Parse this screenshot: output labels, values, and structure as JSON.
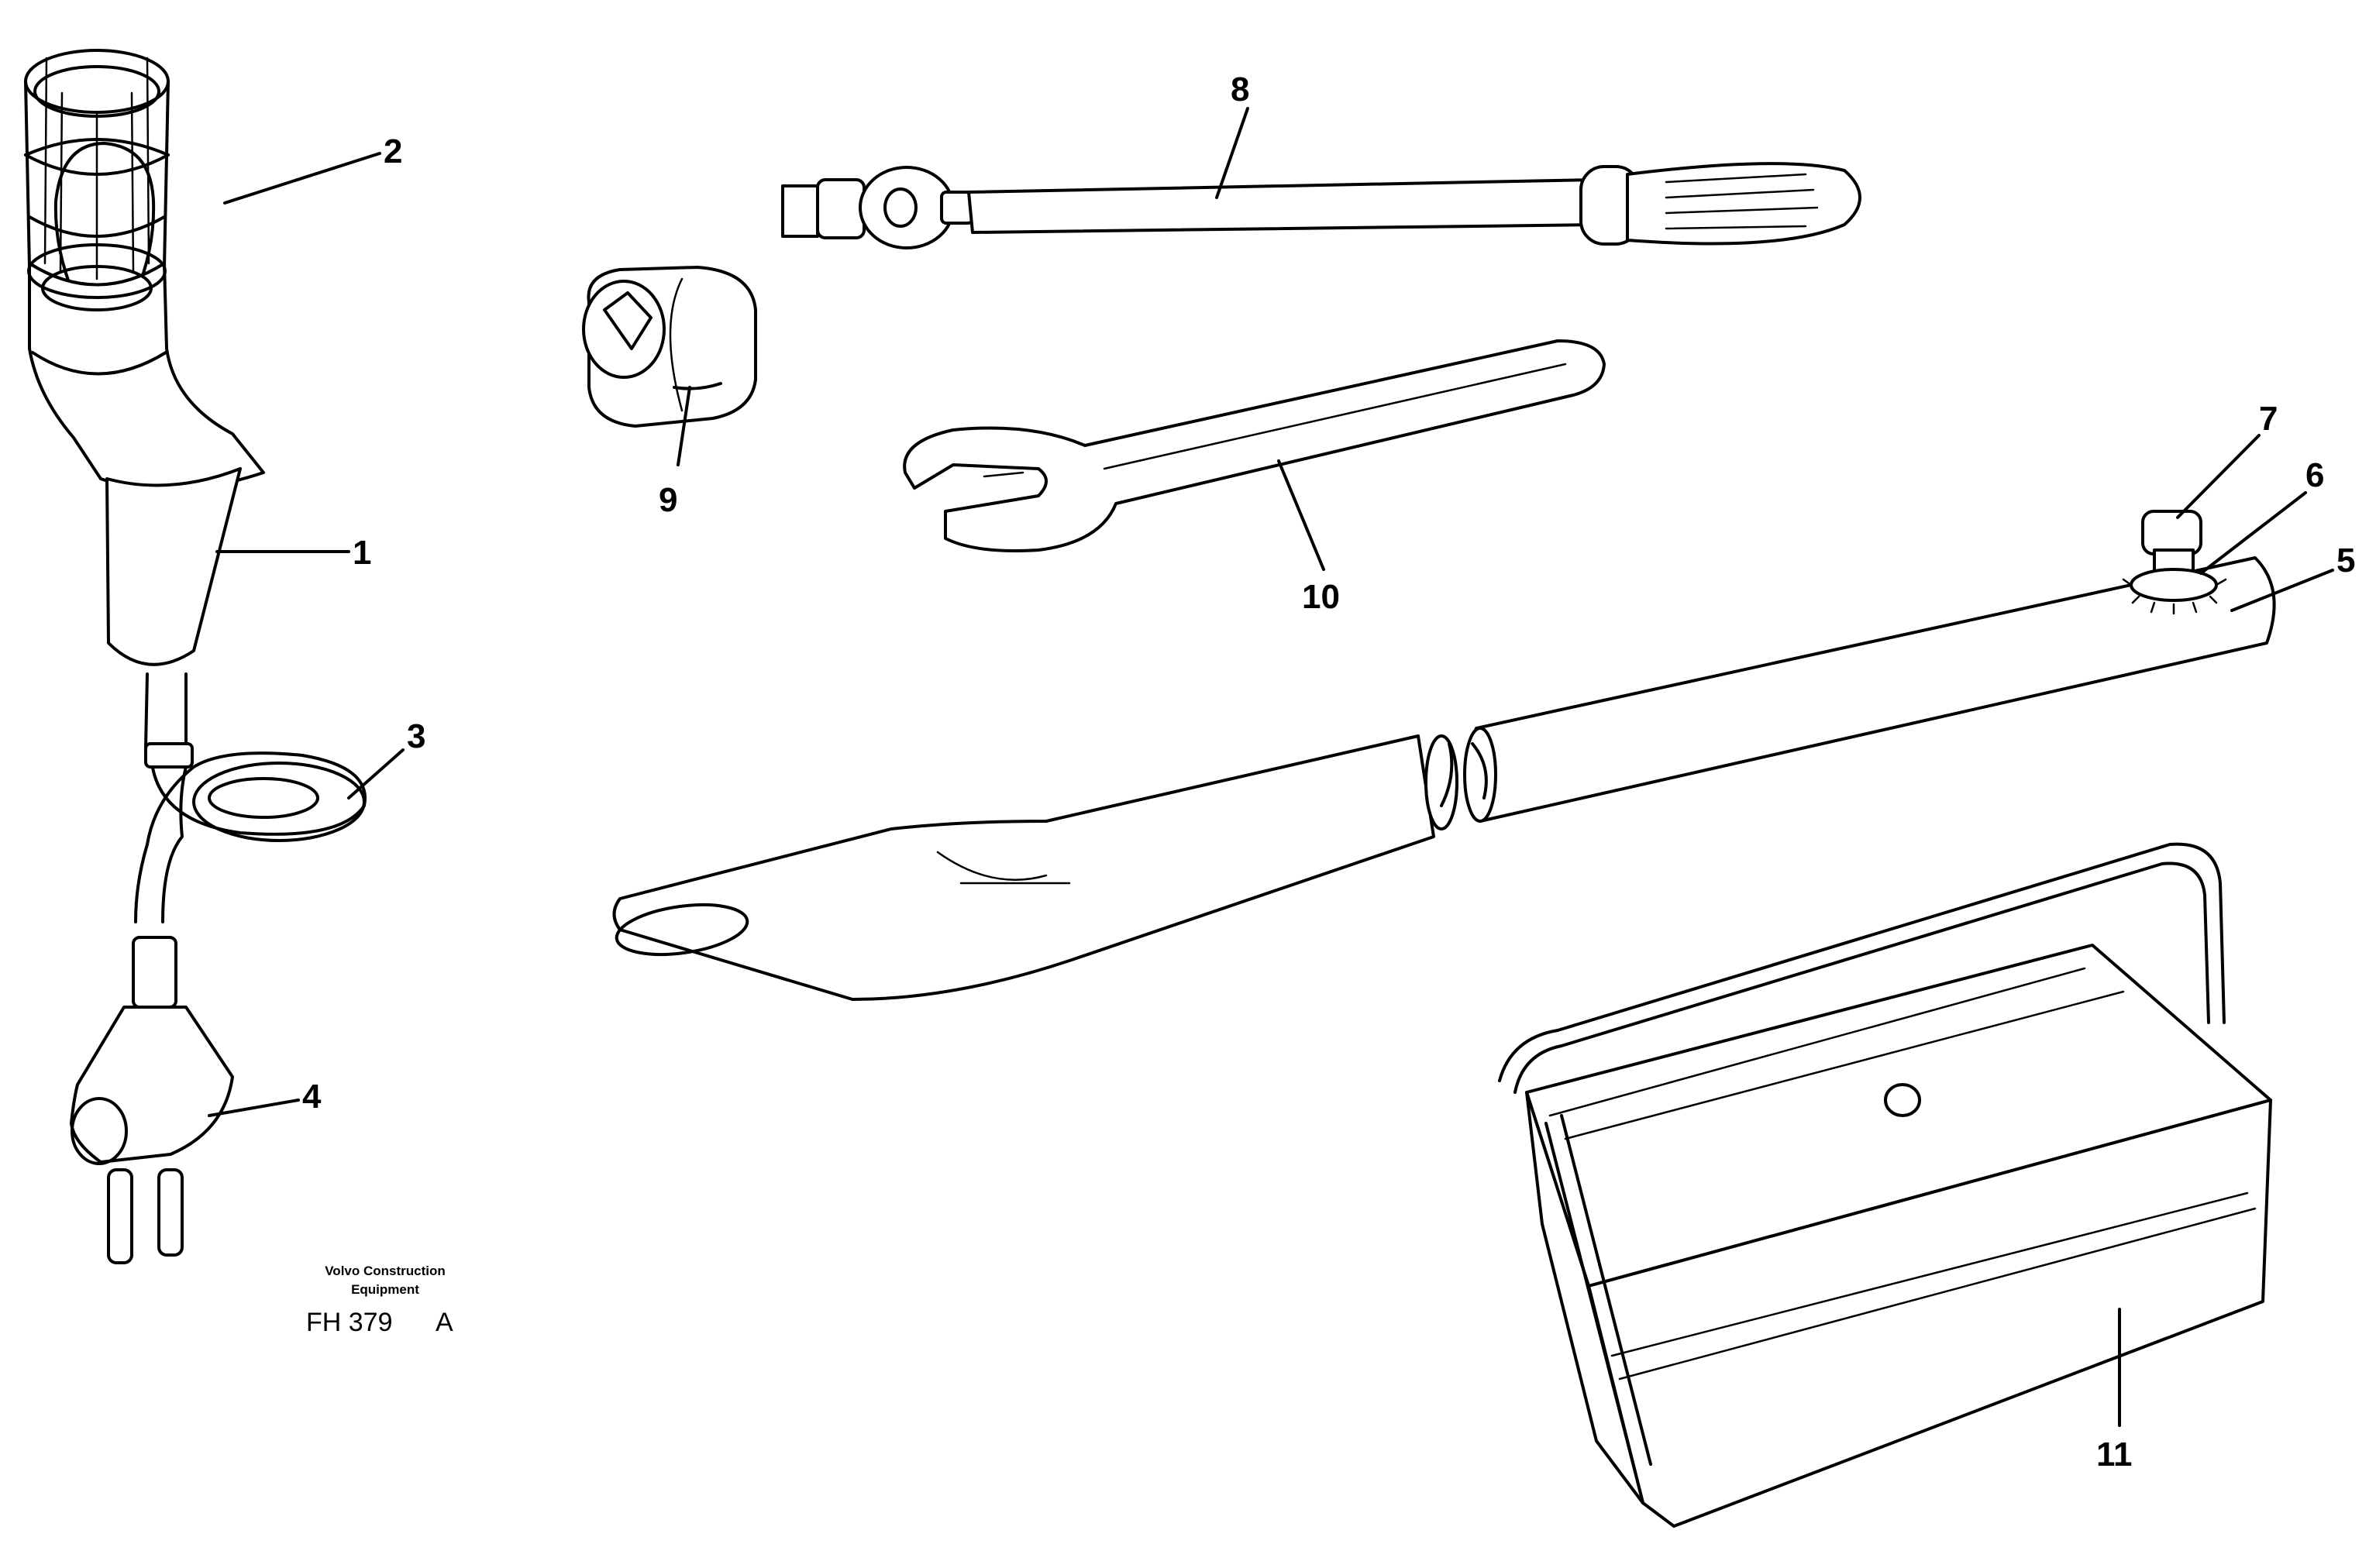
{
  "callouts": [
    {
      "id": "1",
      "text": "1"
    },
    {
      "id": "2",
      "text": "2"
    },
    {
      "id": "3",
      "text": "3"
    },
    {
      "id": "4",
      "text": "4"
    },
    {
      "id": "5",
      "text": "5"
    },
    {
      "id": "6",
      "text": "6"
    },
    {
      "id": "7",
      "text": "7"
    },
    {
      "id": "8",
      "text": "8"
    },
    {
      "id": "9",
      "text": "9"
    },
    {
      "id": "10",
      "text": "10"
    },
    {
      "id": "11",
      "text": "11"
    }
  ],
  "caption": {
    "line1": "Volvo Construction",
    "line2": "Equipment",
    "figure_id": "FH 379",
    "revision": "A"
  }
}
